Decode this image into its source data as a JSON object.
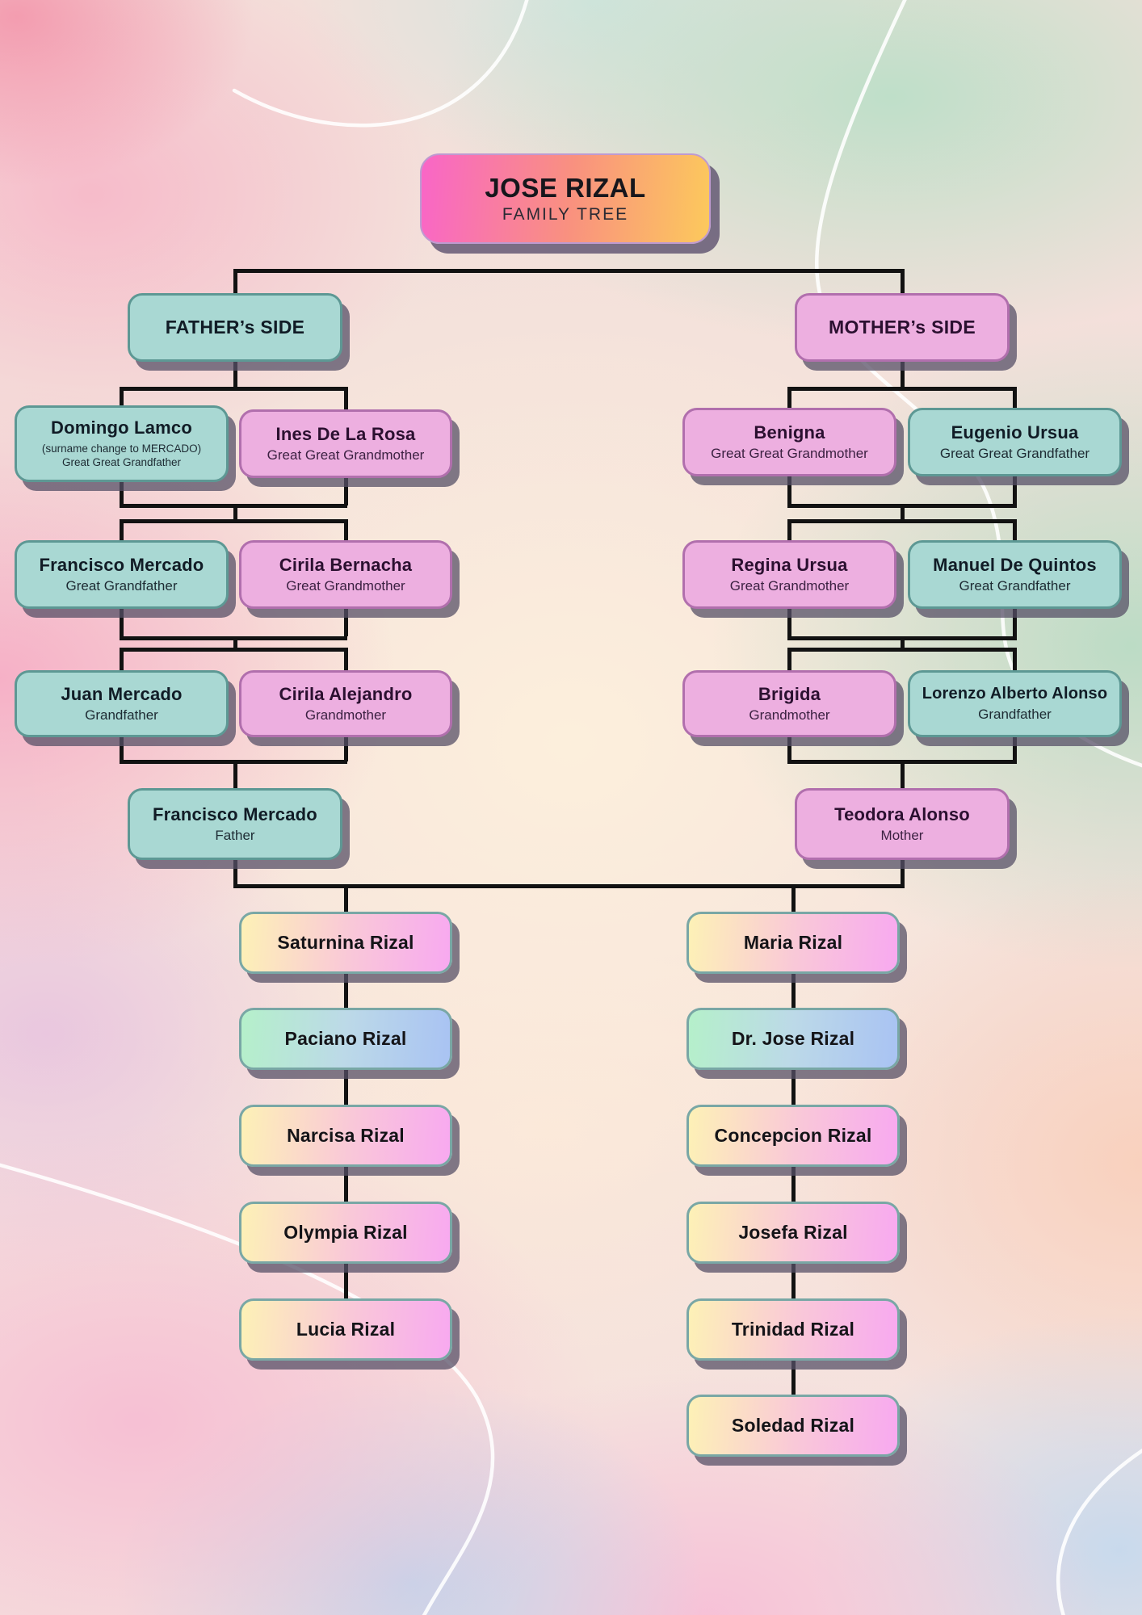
{
  "title": {
    "line1": "JOSE RIZAL",
    "line2": "FAMILY TREE"
  },
  "father_side": {
    "header": "FATHER’s SIDE",
    "gen1": {
      "p1": {
        "name": "Domingo Lamco",
        "note": "(surname change to MERCADO)",
        "role": "Great Great Grandfather"
      },
      "p2": {
        "name": "Ines De La Rosa",
        "role": "Great Great Grandmother"
      }
    },
    "gen2": {
      "p1": {
        "name": "Francisco Mercado",
        "role": "Great Grandfather"
      },
      "p2": {
        "name": "Cirila Bernacha",
        "role": "Great Grandmother"
      }
    },
    "gen3": {
      "p1": {
        "name": "Juan Mercado",
        "role": "Grandfather"
      },
      "p2": {
        "name": "Cirila Alejandro",
        "role": "Grandmother"
      }
    },
    "parent": {
      "name": "Francisco Mercado",
      "role": "Father"
    },
    "children": [
      {
        "name": "Saturnina Rizal"
      },
      {
        "name": "Paciano Rizal"
      },
      {
        "name": "Narcisa Rizal"
      },
      {
        "name": "Olympia Rizal"
      },
      {
        "name": "Lucia Rizal"
      }
    ]
  },
  "mother_side": {
    "header": "MOTHER’s SIDE",
    "gen1": {
      "p1": {
        "name": "Benigna",
        "role": "Great Great Grandmother"
      },
      "p2": {
        "name": "Eugenio Ursua",
        "role": "Great Great Grandfather"
      }
    },
    "gen2": {
      "p1": {
        "name": "Regina Ursua",
        "role": "Great Grandmother"
      },
      "p2": {
        "name": "Manuel De Quintos",
        "role": "Great Grandfather"
      }
    },
    "gen3": {
      "p1": {
        "name": "Brigida",
        "role": "Grandmother"
      },
      "p2": {
        "name": "Lorenzo Alberto Alonso",
        "role": "Grandfather"
      }
    },
    "parent": {
      "name": "Teodora Alonso",
      "role": "Mother"
    },
    "children": [
      {
        "name": "Maria Rizal"
      },
      {
        "name": "Dr. Jose Rizal"
      },
      {
        "name": "Concepcion Rizal"
      },
      {
        "name": "Josefa Rizal"
      },
      {
        "name": "Trinidad Rizal"
      },
      {
        "name": "Soledad Rizal"
      }
    ]
  },
  "colors": {
    "teal_fill": "#a9d8d3",
    "teal_border": "#5d9894",
    "pink_fill": "#edafe0",
    "pink_border": "#b16fad",
    "title_gradient": [
      "#f966c7",
      "#f9917f",
      "#fcc95c"
    ],
    "child_gradient_warm": [
      "#fdf1b6",
      "#f8a9f0"
    ],
    "child_gradient_cool": [
      "#b5f0ca",
      "#a9c3f3"
    ],
    "connector": "#121212"
  }
}
